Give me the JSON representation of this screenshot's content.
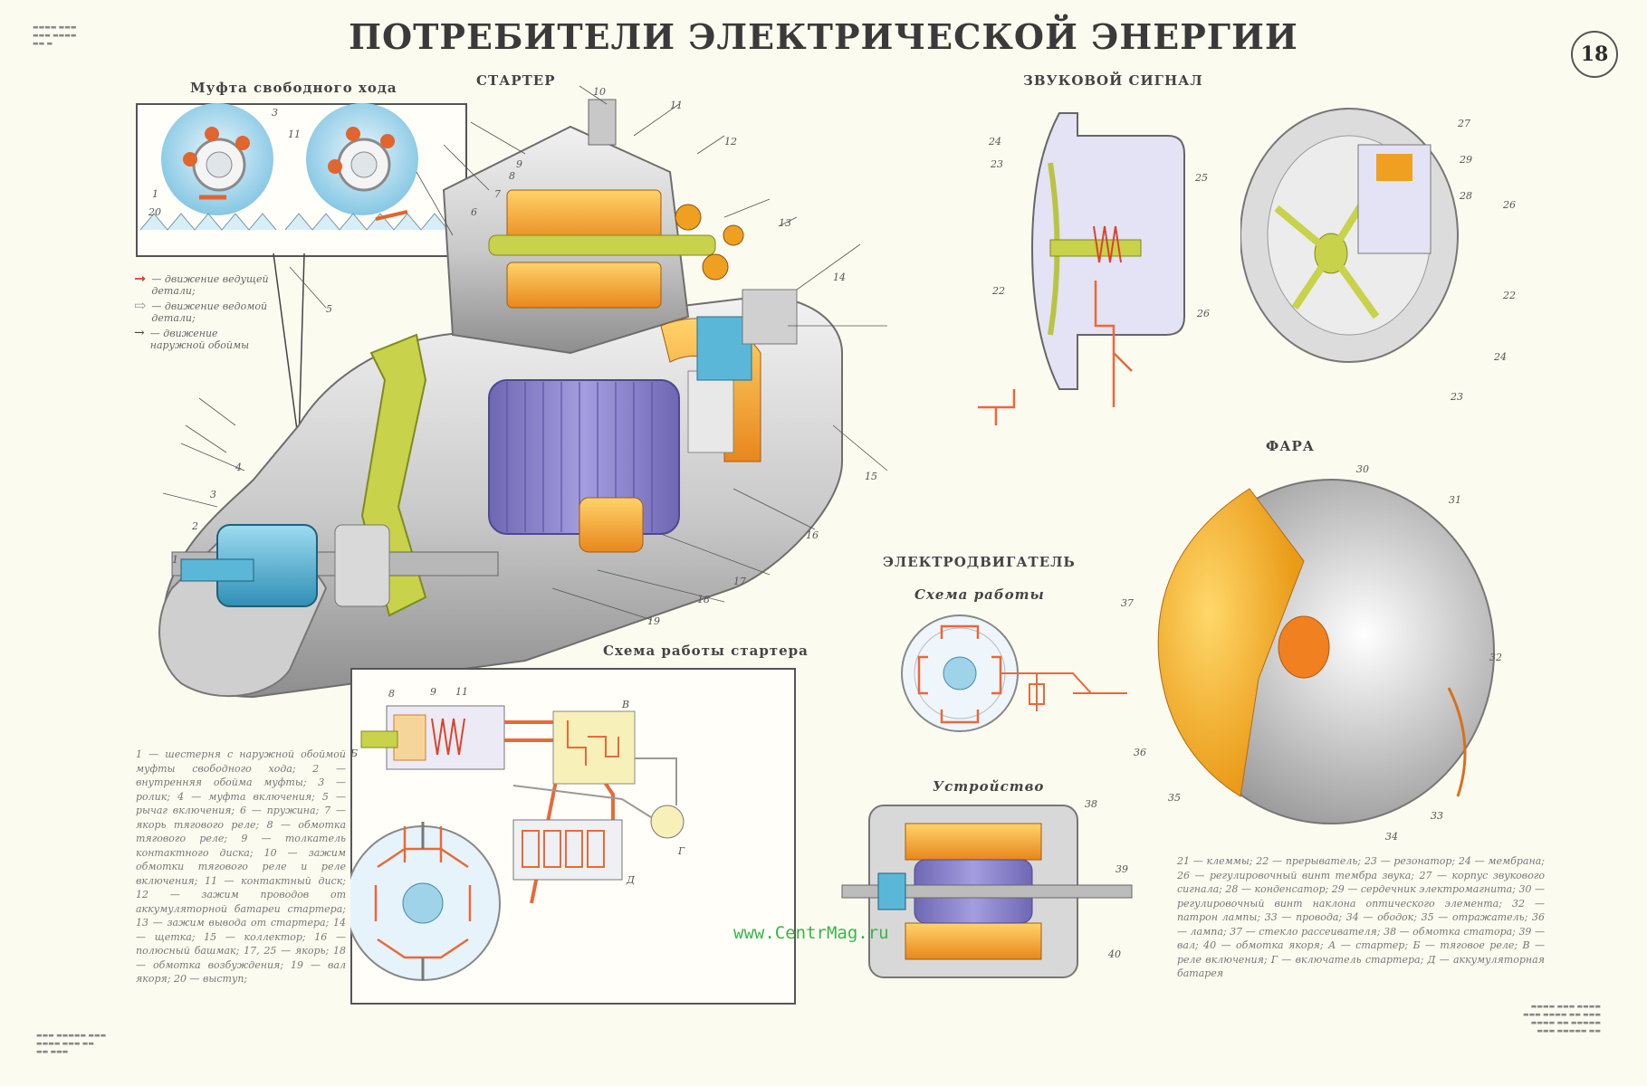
{
  "header": {
    "title": "ПОТРЕБИТЕЛИ ЭЛЕКТРИЧЕСКОЙ ЭНЕРГИИ",
    "page_number": "18"
  },
  "sections": {
    "starter": "СТАРТЕР",
    "clutch": "Муфта свободного хода",
    "starter_scheme": "Схема работы стартера",
    "horn": "ЗВУКОВОЙ СИГНАЛ",
    "headlight": "ФАРА",
    "motor": "ЭЛЕКТРОДВИГАТЕЛЬ",
    "motor_scheme": "Схема работы",
    "motor_device": "Устройство"
  },
  "motion_key": [
    "— движение ведущей детали;",
    "— движение ведомой детали;",
    "— движение наружной обоймы"
  ],
  "legend_starter": "1 — шестерня с наружной обоймой муфты свободного хода; 2 — внутренняя обойма муфты; 3 — ролик; 4 — муфта включения; 5 — рычаг включения; 6 — пружина; 7 — якорь тягового реле; 8 — обмотка тягового реле; 9 — толкатель контактного диска; 10 — зажим обмотки тягового реле и реле включения; 11 — контактный диск; 12 — зажим проводов от аккумуляторной батареи стартера; 13 — зажим вывода от стартера; 14 — щетка; 15 — коллектор; 16 — полюсный башмак; 17, 25 — якорь; 18 — обмотка возбуждения; 19 — вал якоря; 20 — выступ;",
  "legend_right": "21 — клеммы; 22 — прерыватель; 23 — резонатор; 24 — мембрана; 26 — регулировочный винт тембра звука; 27 — корпус звукового сигнала; 28 — конденсатор; 29 — сердечник электромагнита; 30 — регулировочный винт наклона оптического элемента; 32 — патрон лампы; 33 — провода; 34 — ободок; 35 — отражатель; 36 — лампа; 37 — стекло рассеивателя; 38 — обмотка статора; 39 — вал; 40 — обмотка якоря; А — стартер; Б — тяговое реле; В — реле включения; Г — включатель стартера; Д — аккумуляторная батарея",
  "watermark": "www.CentrMag.ru",
  "colors": {
    "orange": "#f0a020",
    "violet": "#8d84c9",
    "blue": "#5ab7d8",
    "yellow_green": "#c8d24a",
    "wire": "#e8693a"
  }
}
